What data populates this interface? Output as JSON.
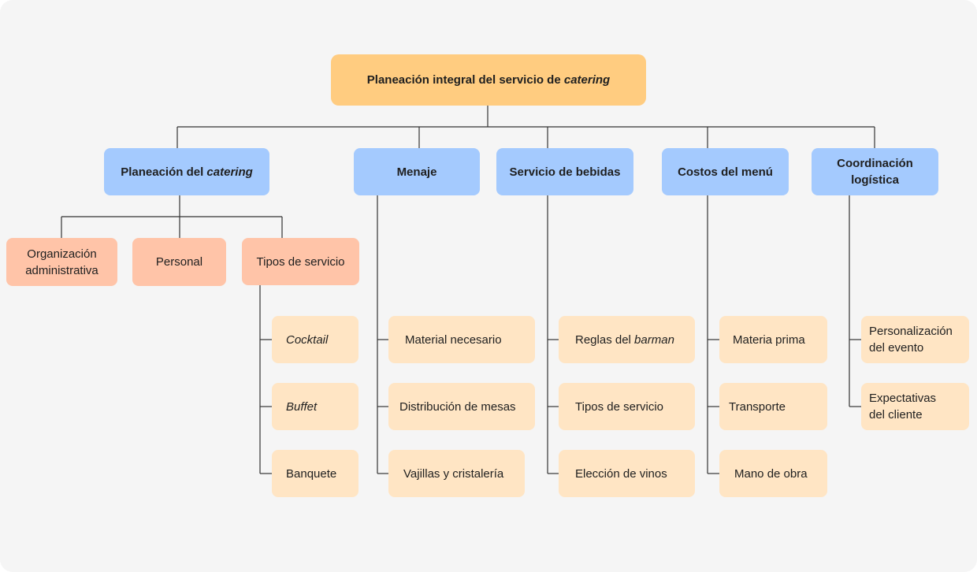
{
  "root": {
    "text": "Planeación integral del servicio de ",
    "em": "catering"
  },
  "branches": {
    "planeacion": {
      "text": "Planeación del ",
      "em": "catering"
    },
    "menaje": {
      "text": "Menaje"
    },
    "bebidas": {
      "text": "Servicio de bebidas"
    },
    "costos": {
      "text": "Costos del menú"
    },
    "coordinacion": {
      "text": "Coordinación logística"
    }
  },
  "planeacion_children": {
    "organizacion": "Organización administrativa",
    "personal": "Personal",
    "tipos": "Tipos de servicio"
  },
  "tipos_children": [
    "Cocktail",
    "Buffet",
    "Banquete"
  ],
  "menaje_children": [
    "Material necesario",
    "Distribución de mesas",
    "Vajillas y cristalería"
  ],
  "bebidas_children": {
    "reglas": {
      "text": "Reglas del ",
      "em": "barman"
    },
    "tipos": "Tipos de servicio",
    "vinos": "Elección de vinos"
  },
  "costos_children": [
    "Materia prima",
    "Transporte",
    "Mano de obra"
  ],
  "coordinacion_children": [
    "Personalización del evento",
    "Expectativas del cliente"
  ],
  "colors": {
    "background": "#f5f5f5",
    "root": "#ffcc80",
    "level1": "#a4cafe",
    "level2": "#ffc4a8",
    "leaf": "#ffe5c4",
    "lines": "#333333"
  }
}
